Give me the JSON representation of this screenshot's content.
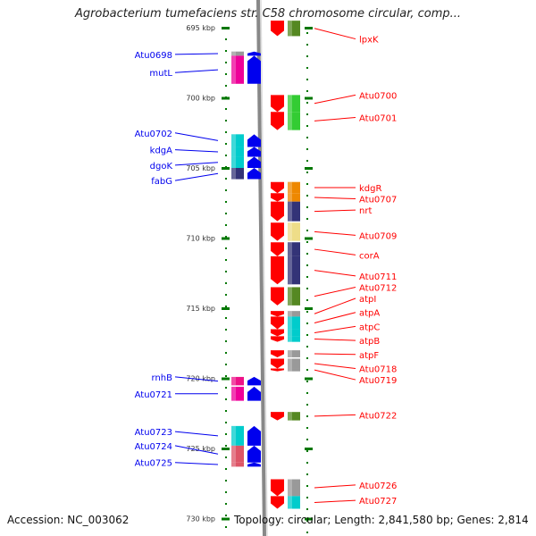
{
  "title": "Agrobacterium tumefaciens str. C58 chromosome circular, comp...",
  "colors": {
    "red": "#ff0000",
    "blue": "#0000ee",
    "magenta": "#ee0099",
    "pink": "#ee1188",
    "cyan": "#00cccc",
    "green": "#33cc33",
    "olive": "#558822",
    "orange": "#ee8800",
    "navy": "#333377",
    "khaki": "#eedd88",
    "gray": "#999999",
    "rose": "#dd5566",
    "darkgreen": "#007700"
  },
  "chart_data": {
    "type": "genome-map",
    "ticks": [
      {
        "kbp": 695,
        "label": "695 kbp"
      },
      {
        "kbp": 700,
        "label": "700 kbp"
      },
      {
        "kbp": 705,
        "label": "705 kbp"
      },
      {
        "kbp": 710,
        "label": "710 kbp"
      },
      {
        "kbp": 715,
        "label": "715 kbp"
      },
      {
        "kbp": 720,
        "label": "720 kbp"
      },
      {
        "kbp": 725,
        "label": "725 kbp"
      },
      {
        "kbp": 730,
        "label": "730 kbp"
      }
    ],
    "genes": [
      {
        "name": "lpxK",
        "side": "right",
        "start": 694.5,
        "end": 695.6,
        "label_kbp": 695.8,
        "color_cog": "olive"
      },
      {
        "name": "Atu0698",
        "side": "left",
        "start": 696.7,
        "end": 697.0,
        "label_kbp": 696.9,
        "color_cog": "gray"
      },
      {
        "name": "mutL",
        "side": "left",
        "start": 697.0,
        "end": 699.0,
        "label_kbp": 698.2,
        "color_cog": "magenta"
      },
      {
        "name": "Atu0700",
        "side": "right",
        "start": 699.8,
        "end": 701.0,
        "label_kbp": 699.8,
        "color_cog": "green"
      },
      {
        "name": "Atu0701",
        "side": "right",
        "start": 701.0,
        "end": 702.3,
        "label_kbp": 701.4,
        "color_cog": "green"
      },
      {
        "name": "Atu0702",
        "side": "left",
        "start": 702.6,
        "end": 703.5,
        "label_kbp": 702.5,
        "color_cog": "cyan"
      },
      {
        "name": "kdgA",
        "side": "left",
        "start": 703.5,
        "end": 704.2,
        "label_kbp": 703.7,
        "color_cog": "cyan"
      },
      {
        "name": "dgoK",
        "side": "left",
        "start": 704.2,
        "end": 705.0,
        "label_kbp": 704.8,
        "color_cog": "cyan"
      },
      {
        "name": "fabG",
        "side": "left",
        "start": 705.0,
        "end": 705.8,
        "label_kbp": 705.9,
        "color_cog": "navy"
      },
      {
        "name": "kdgR",
        "side": "right",
        "start": 706.0,
        "end": 706.8,
        "label_kbp": 706.4,
        "color_cog": "orange"
      },
      {
        "name": "Atu0707",
        "side": "right",
        "start": 706.8,
        "end": 707.4,
        "label_kbp": 707.2,
        "color_cog": "orange"
      },
      {
        "name": "nrt",
        "side": "right",
        "start": 707.4,
        "end": 708.8,
        "label_kbp": 708.0,
        "color_cog": "navy"
      },
      {
        "name": "Atu0709",
        "side": "right",
        "start": 708.9,
        "end": 710.2,
        "label_kbp": 709.8,
        "color_cog": "khaki"
      },
      {
        "name": "corA",
        "side": "right",
        "start": 710.3,
        "end": 711.3,
        "label_kbp": 711.2,
        "color_cog": "navy"
      },
      {
        "name": "Atu0711",
        "side": "right",
        "start": 711.3,
        "end": 713.3,
        "label_kbp": 712.7,
        "color_cog": "navy"
      },
      {
        "name": "Atu0712",
        "side": "right",
        "start": 713.5,
        "end": 714.8,
        "label_kbp": 713.5,
        "color_cog": "olive"
      },
      {
        "name": "atpI",
        "side": "right",
        "start": 715.2,
        "end": 715.6,
        "label_kbp": 714.3,
        "color_cog": "gray"
      },
      {
        "name": "atpA",
        "side": "right",
        "start": 715.6,
        "end": 716.5,
        "label_kbp": 715.3,
        "color_cog": "cyan"
      },
      {
        "name": "atpC",
        "side": "right",
        "start": 716.5,
        "end": 717.0,
        "label_kbp": 716.3,
        "color_cog": "cyan"
      },
      {
        "name": "atpB",
        "side": "right",
        "start": 717.0,
        "end": 717.4,
        "label_kbp": 717.3,
        "color_cog": "cyan"
      },
      {
        "name": "atpF",
        "side": "right",
        "start": 718.0,
        "end": 718.5,
        "label_kbp": 718.3,
        "color_cog": "gray"
      },
      {
        "name": "Atu0718",
        "side": "right",
        "start": 718.6,
        "end": 719.3,
        "label_kbp": 719.3,
        "color_cog": "gray"
      },
      {
        "name": "Atu0719",
        "side": "right",
        "start": 719.3,
        "end": 719.5,
        "label_kbp": 720.1,
        "color_cog": "gray"
      },
      {
        "name": "rnhB",
        "side": "left",
        "start": 719.9,
        "end": 720.5,
        "label_kbp": 719.9,
        "color_cog": "pink"
      },
      {
        "name": "Atu0721",
        "side": "left",
        "start": 720.6,
        "end": 721.6,
        "label_kbp": 721.1,
        "color_cog": "magenta"
      },
      {
        "name": "Atu0722",
        "side": "right",
        "start": 722.4,
        "end": 723.0,
        "label_kbp": 722.6,
        "color_cog": "olive"
      },
      {
        "name": "Atu0723",
        "side": "left",
        "start": 723.4,
        "end": 724.8,
        "label_kbp": 723.8,
        "color_cog": "cyan"
      },
      {
        "name": "Atu0724",
        "side": "left",
        "start": 724.8,
        "end": 726.0,
        "label_kbp": 724.8,
        "color_cog": "rose"
      },
      {
        "name": "Atu0725",
        "side": "left",
        "start": 726.0,
        "end": 726.3,
        "label_kbp": 726.0,
        "color_cog": "rose"
      },
      {
        "name": "Atu0726",
        "side": "right",
        "start": 727.2,
        "end": 728.4,
        "label_kbp": 727.6,
        "color_cog": "gray"
      },
      {
        "name": "Atu0727",
        "side": "right",
        "start": 728.4,
        "end": 729.3,
        "label_kbp": 728.7,
        "color_cog": "cyan"
      }
    ]
  },
  "footer": {
    "accession": "Accession: NC_003062",
    "topology": "Topology: circular; Length: 2,841,580 bp; Genes: 2,814"
  }
}
